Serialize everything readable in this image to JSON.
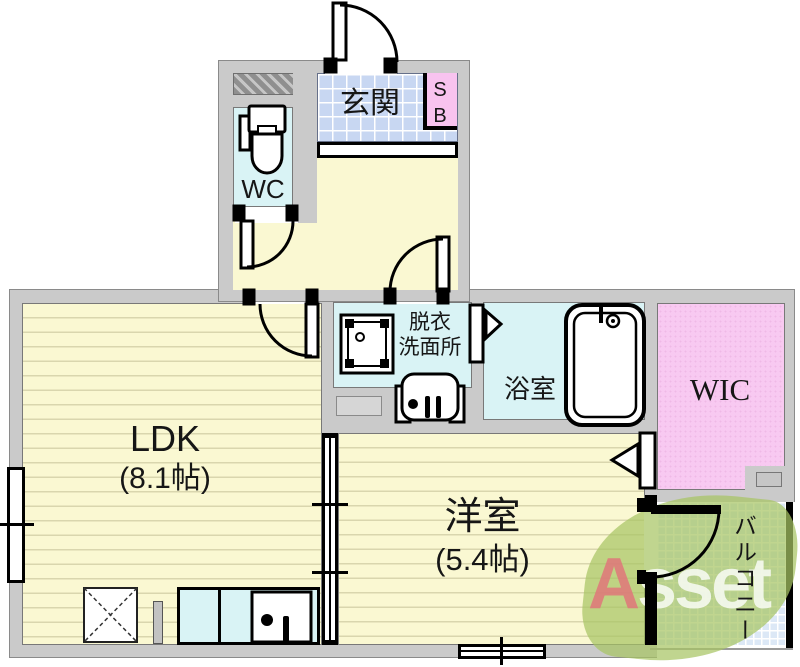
{
  "title": "apartment-floor-plan",
  "rooms": {
    "genkan": {
      "label": "玄関"
    },
    "shoe_box": {
      "line1": "S",
      "line2": "B"
    },
    "wc": {
      "label": "WC"
    },
    "washroom": {
      "line1": "脱衣",
      "line2": "洗面所"
    },
    "bathroom": {
      "label": "浴室"
    },
    "wic": {
      "label": "WIC"
    },
    "ldk": {
      "label": "LDK",
      "size": "(8.1帖)"
    },
    "western_room": {
      "label": "洋室",
      "size": "(5.4帖)"
    },
    "balcony": {
      "label": "バルコニー"
    }
  },
  "watermark": {
    "letter_accent": "A",
    "letters_rest": "sset"
  },
  "colors": {
    "wall_gray": "#cacaca",
    "room_yellow": "#faf8d2",
    "stripe_yellow": "#d9d6ae",
    "wet_area_cyan": "#d9f3f5",
    "genkan_tile_blue": "#c8d7f2",
    "closet_pink": "#f8c9f1",
    "balcony_blue": "#dce8f6",
    "watermark_green": "#a7c465",
    "watermark_red": "#df767a",
    "line_black": "#000000"
  }
}
